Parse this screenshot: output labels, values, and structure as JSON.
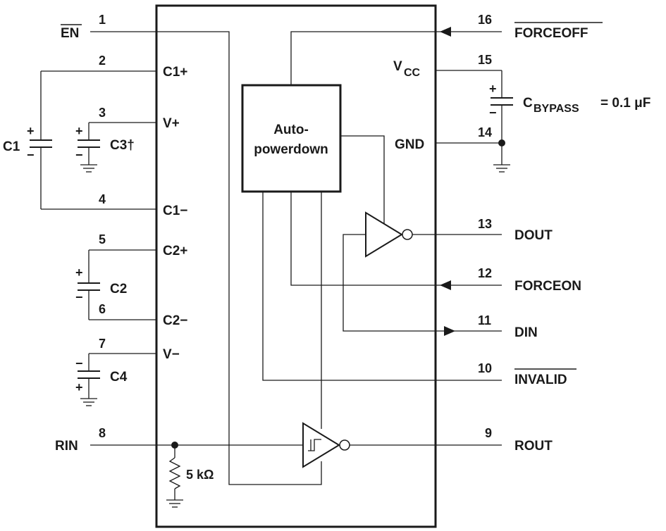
{
  "pins": {
    "en": {
      "num": "1",
      "name": "EN"
    },
    "c1p": {
      "num": "2",
      "name": "C1+"
    },
    "vplus": {
      "num": "3",
      "name": "V+"
    },
    "c1m": {
      "num": "4",
      "name": "C1−"
    },
    "c2p": {
      "num": "5",
      "name": "C2+"
    },
    "c2m": {
      "num": "6",
      "name": "C2−"
    },
    "vminus": {
      "num": "7",
      "name": "V−"
    },
    "rin": {
      "num": "8",
      "name": "RIN"
    },
    "rout": {
      "num": "9",
      "name": "ROUT"
    },
    "invalid": {
      "num": "10",
      "name": "INVALID"
    },
    "din": {
      "num": "11",
      "name": "DIN"
    },
    "forceon": {
      "num": "12",
      "name": "FORCEON"
    },
    "dout": {
      "num": "13",
      "name": "DOUT"
    },
    "gnd": {
      "num": "14",
      "name": "GND"
    },
    "vcc": {
      "num": "15",
      "name_main": "V",
      "name_sub": "CC"
    },
    "forceoff": {
      "num": "16",
      "name": "FORCEOFF"
    }
  },
  "capacitors": {
    "c1": "C1",
    "c2": "C2",
    "c3": "C3†",
    "c4": "C4",
    "bypass": {
      "main": "C",
      "sub": "BYPASS",
      "value": "= 0.1 μF"
    }
  },
  "polarity": {
    "plus": "+",
    "minus": "−"
  },
  "resistor": "5 kΩ",
  "block": {
    "line1": "Auto-",
    "line2": "powerdown"
  }
}
